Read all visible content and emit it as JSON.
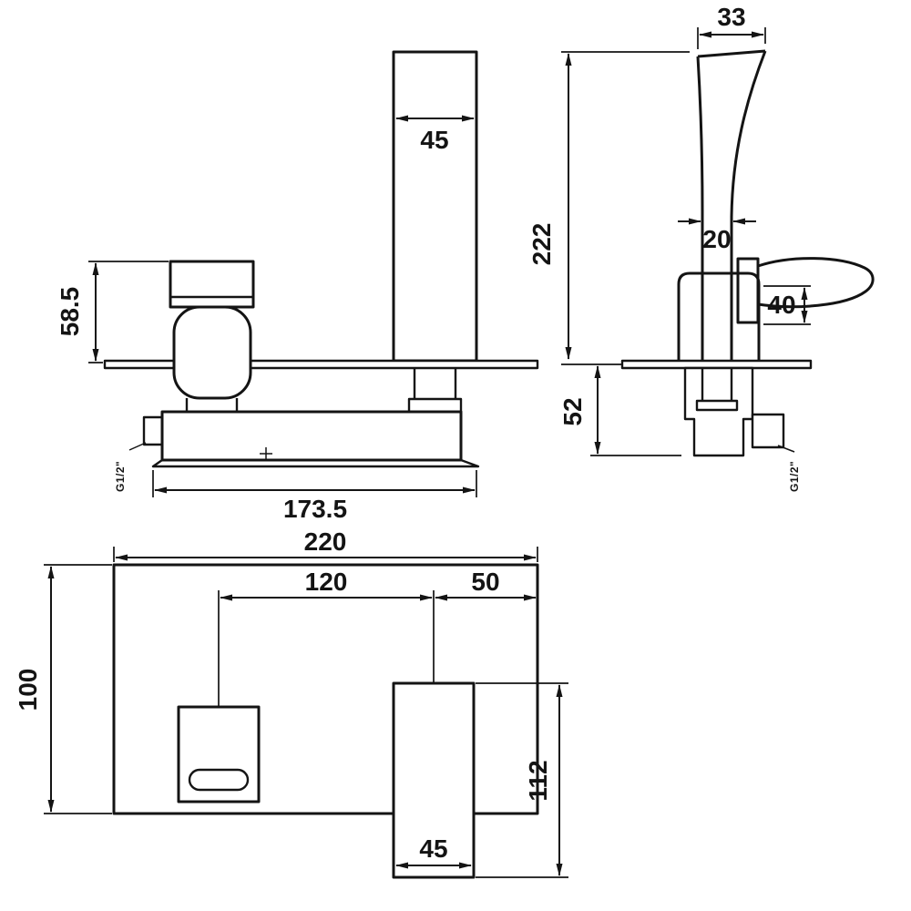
{
  "drawing": {
    "front": {
      "spout_width": "45",
      "handle_height": "58.5",
      "body_width": "173.5",
      "thread": "G1/2\""
    },
    "side": {
      "spout_tip_depth": "33",
      "height_above_wall": "222",
      "spout_thickness": "20",
      "handle_size": "40",
      "depth_below_wall": "52",
      "thread": "G1/2\""
    },
    "plan": {
      "plate_width": "220",
      "handle_to_spout_centers": "120",
      "spout_center_to_edge": "50",
      "plate_height": "100",
      "spout_length": "112",
      "spout_width": "45"
    }
  },
  "colors": {
    "ink": "#141414",
    "background": "#ffffff"
  }
}
